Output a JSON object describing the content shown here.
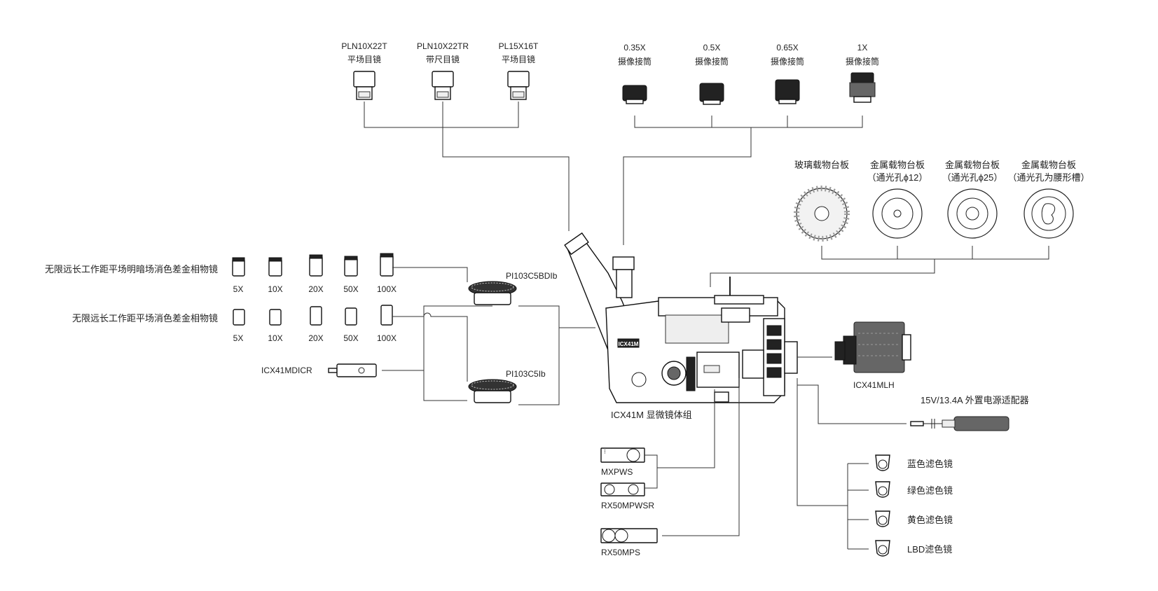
{
  "eyepieces": [
    {
      "model": "PLN10X22T",
      "name": "平场目镜"
    },
    {
      "model": "PLN10X22TR",
      "name": "带尺目镜"
    },
    {
      "model": "PL15X16T",
      "name": "平场目镜"
    }
  ],
  "camera_adapters": [
    {
      "mag": "0.35X",
      "name": "摄像接筒"
    },
    {
      "mag": "0.5X",
      "name": "摄像接筒"
    },
    {
      "mag": "0.65X",
      "name": "摄像接筒"
    },
    {
      "mag": "1X",
      "name": "摄像接筒"
    }
  ],
  "stage_plates": [
    {
      "line1": "玻璃载物台板",
      "line2": ""
    },
    {
      "line1": "金属载物台板",
      "line2": "（通光孔ϕ12）"
    },
    {
      "line1": "金属载物台板",
      "line2": "（通光孔ϕ25）"
    },
    {
      "line1": "金属载物台板",
      "line2": "（通光孔为腰形槽）"
    }
  ],
  "objectives_row1": {
    "label": "无限远长工作距平场明暗场消色差金相物镜",
    "mags": [
      "5X",
      "10X",
      "20X",
      "50X",
      "100X"
    ]
  },
  "objectives_row2": {
    "label": "无限远长工作距平场消色差金相物镜",
    "mags": [
      "5X",
      "10X",
      "20X",
      "50X",
      "100X"
    ]
  },
  "nosepiece_top": "PI103C5BDIb",
  "nosepiece_bottom": "PI103C5Ib",
  "dic_prism": "ICX41MDICR",
  "microscope_body": "ICX41M 显微镜体组",
  "lamp_house": "ICX41MLH",
  "power_adapter": "15V/13.4A 外置电源适配器",
  "polarizers": [
    "MXPWS",
    "RX50MPWSR",
    "RX50MPS"
  ],
  "filters": [
    "蓝色滤色镜",
    "绿色滤色镜",
    "黄色滤色镜",
    "LBD滤色镜"
  ],
  "body_badge": "ICX41M"
}
